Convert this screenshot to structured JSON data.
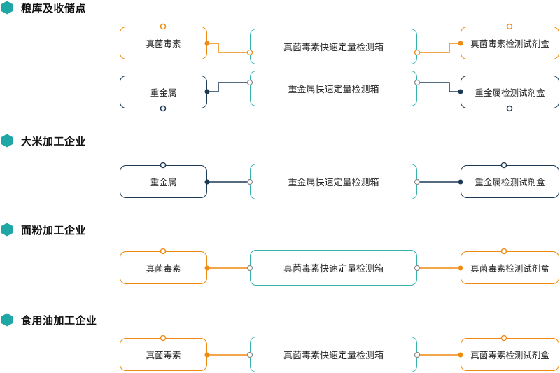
{
  "sections": [
    {
      "title": "粮库及收储点",
      "rows": [
        {
          "theme": "orange",
          "left": "真菌毒素",
          "center": "真菌毒素快速定量检测箱",
          "right": "真菌毒素检测试剂盒"
        },
        {
          "theme": "navy",
          "left": "重金属",
          "center": "重金属快速定量检测箱",
          "right": "重金属检测试剂盒"
        }
      ]
    },
    {
      "title": "大米加工企业",
      "rows": [
        {
          "theme": "navy",
          "left": "重金属",
          "center": "重金属快速定量检测箱",
          "right": "重金属检测试剂盒"
        }
      ]
    },
    {
      "title": "面粉加工企业",
      "rows": [
        {
          "theme": "orange",
          "left": "真菌毒素",
          "center": "真菌毒素快速定量检测箱",
          "right": "真菌毒素检测试剂盒"
        }
      ]
    },
    {
      "title": "食用油加工企业",
      "rows": [
        {
          "theme": "orange",
          "left": "真菌毒素",
          "center": "真菌毒素快速定量检测箱",
          "right": "真菌毒素检测试剂盒"
        }
      ]
    }
  ],
  "colors": {
    "orange": "#ef8a12",
    "navy": "#1d3a55",
    "teal": "#35b2b0",
    "hexagon": "#1fa7a5"
  }
}
